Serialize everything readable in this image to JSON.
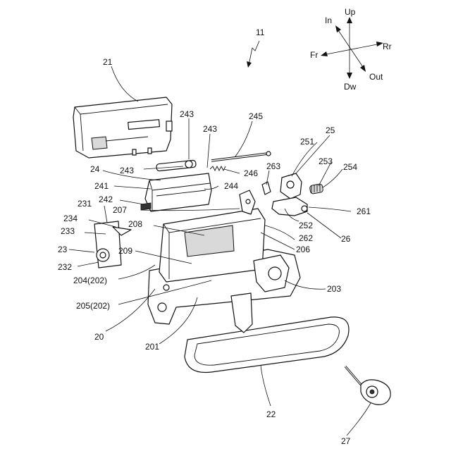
{
  "assembly_label": "11",
  "directions": {
    "up": "Up",
    "down": "Dw",
    "inward": "In",
    "outward": "Out",
    "front": "Fr",
    "rear": "Rr"
  },
  "part_labels": {
    "p21": "21",
    "p243a": "243",
    "p243b": "243",
    "p243c": "243",
    "p245": "245",
    "p25": "25",
    "p24": "24",
    "p246": "246",
    "p263": "263",
    "p251": "251",
    "p253": "253",
    "p254": "254",
    "p241": "241",
    "p244": "244",
    "p242": "242",
    "p231": "231",
    "p207": "207",
    "p261": "261",
    "p234": "234",
    "p208": "208",
    "p252": "252",
    "p233": "233",
    "p262": "262",
    "p26": "26",
    "p23": "23",
    "p209": "209",
    "p206": "206",
    "p232": "232",
    "p204": "204(202)",
    "p203": "203",
    "p205": "205(202)",
    "p20": "20",
    "p201": "201",
    "p22": "22",
    "p27": "27"
  }
}
